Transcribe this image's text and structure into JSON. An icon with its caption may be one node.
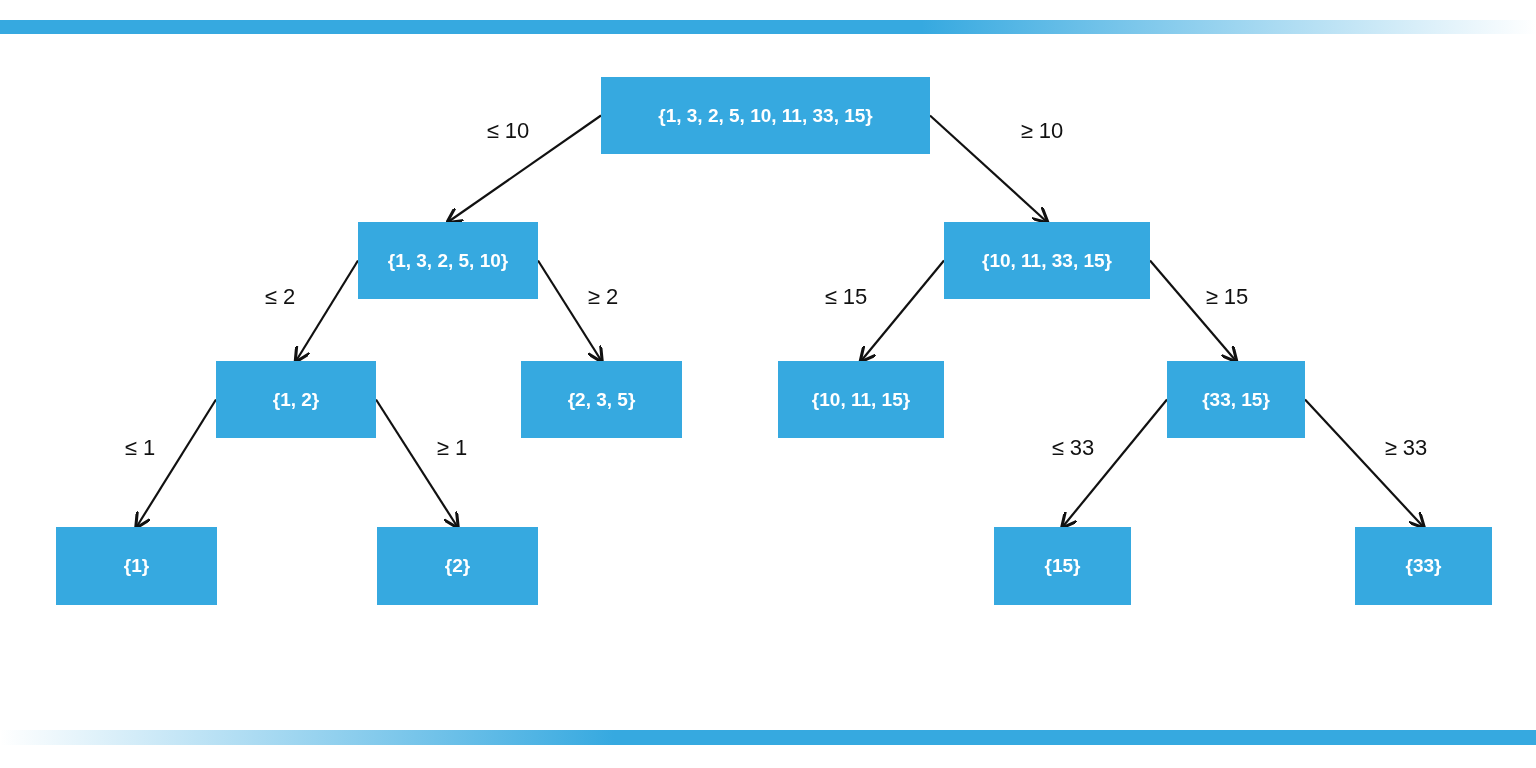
{
  "diagram": {
    "nodes": [
      {
        "text": [
          "{1, 3, 2, 5, 10, 11, 33, 15}"
        ]
      },
      {
        "text": [
          "{1, 3, 2, 5, 10}"
        ]
      },
      {
        "text": [
          "{10, 11, 33, 15}"
        ]
      },
      {
        "text": [
          "{1, 2}"
        ]
      },
      {
        "text": [
          "{2, 3, 5}"
        ]
      },
      {
        "text": [
          "{10, 11, 15}"
        ]
      },
      {
        "text": [
          "{33, 15}"
        ]
      },
      {
        "text": [
          "{1}"
        ]
      },
      {
        "text": [
          "{2}"
        ]
      },
      {
        "text": [
          "{15}"
        ]
      },
      {
        "text": [
          "{33}"
        ]
      }
    ],
    "edges": [
      {
        "from": 0,
        "to": 1,
        "arrow": "to",
        "label": "≤ 10"
      },
      {
        "from": 0,
        "to": 2,
        "arrow": "to",
        "label": "≥ 10"
      },
      {
        "from": 1,
        "to": 3,
        "arrow": "to",
        "label": "≤ 2"
      },
      {
        "from": 1,
        "to": 4,
        "arrow": "to",
        "label": "≥ 2"
      },
      {
        "from": 2,
        "to": 5,
        "arrow": "to",
        "label": "≤ 15"
      },
      {
        "from": 2,
        "to": 6,
        "arrow": "to",
        "label": "≥ 15"
      },
      {
        "from": 3,
        "to": 7,
        "arrow": "to",
        "label": "≤ 1"
      },
      {
        "from": 3,
        "to": 8,
        "arrow": "to",
        "label": "≥ 1"
      },
      {
        "from": 6,
        "to": 9,
        "arrow": "to",
        "label": "≤ 33"
      },
      {
        "from": 6,
        "to": 10,
        "arrow": "to",
        "label": "≥ 33"
      }
    ]
  }
}
